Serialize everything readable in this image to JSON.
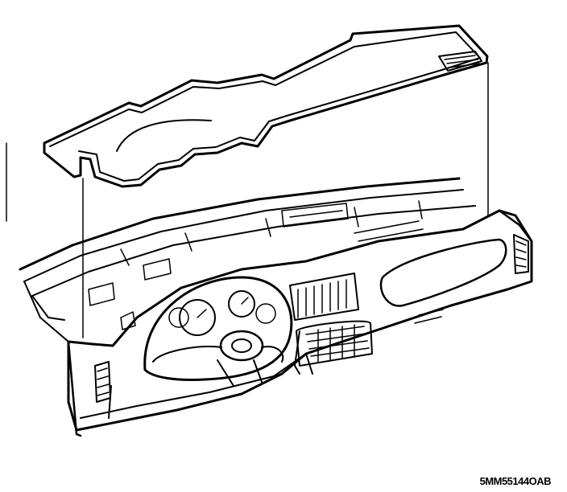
{
  "figure": {
    "reference_code": "5MM55144OAB",
    "components": [
      "dash-trim-pad",
      "instrument-panel"
    ],
    "line_color": "#000000",
    "background_color": "#ffffff"
  }
}
